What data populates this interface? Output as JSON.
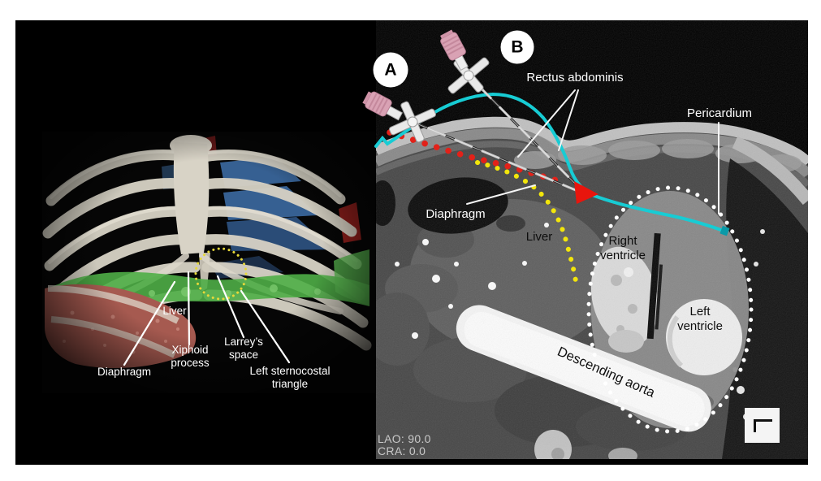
{
  "figure": {
    "caption_context": "Subxiphoid pericardial access figure",
    "left_panel": {
      "description": "3D volume-rendered CT of lower thorax",
      "labels": {
        "liver": "Liver",
        "diaphragm": "Diaphragm",
        "xiphoid_process": "Xiphoid\nprocess",
        "larreys_space": "Larrey’s\nspace",
        "left_sternocostal_triangle": "Left sternocostal\ntriangle"
      }
    },
    "right_panel": {
      "description": "Sagittal contrast CT with needle trajectories",
      "needle_markers": {
        "a": "A",
        "b": "B"
      },
      "labels": {
        "rectus_abdominis": "Rectus abdominis",
        "pericardium": "Pericardium",
        "diaphragm": "Diaphragm",
        "liver": "Liver",
        "right_ventricle": "Right\nventricle",
        "left_ventricle": "Left\nventricle",
        "descending_aorta": "Descending aorta"
      },
      "overlay_readout": {
        "lao": "LAO: 90.0",
        "cra": "CRA: 0.0"
      }
    },
    "colors": {
      "catheter_cyan": "#17ccd4",
      "needle_track_red": "#e32119",
      "diaphragm_outline_yellow": "#f2e50b",
      "pericardium_outline_white": "#ffffff",
      "arrow_red": "#e8150d",
      "larrey_circle_yellow": "#e6d83a",
      "needle_cap_pink": "#d9a2b4"
    }
  }
}
